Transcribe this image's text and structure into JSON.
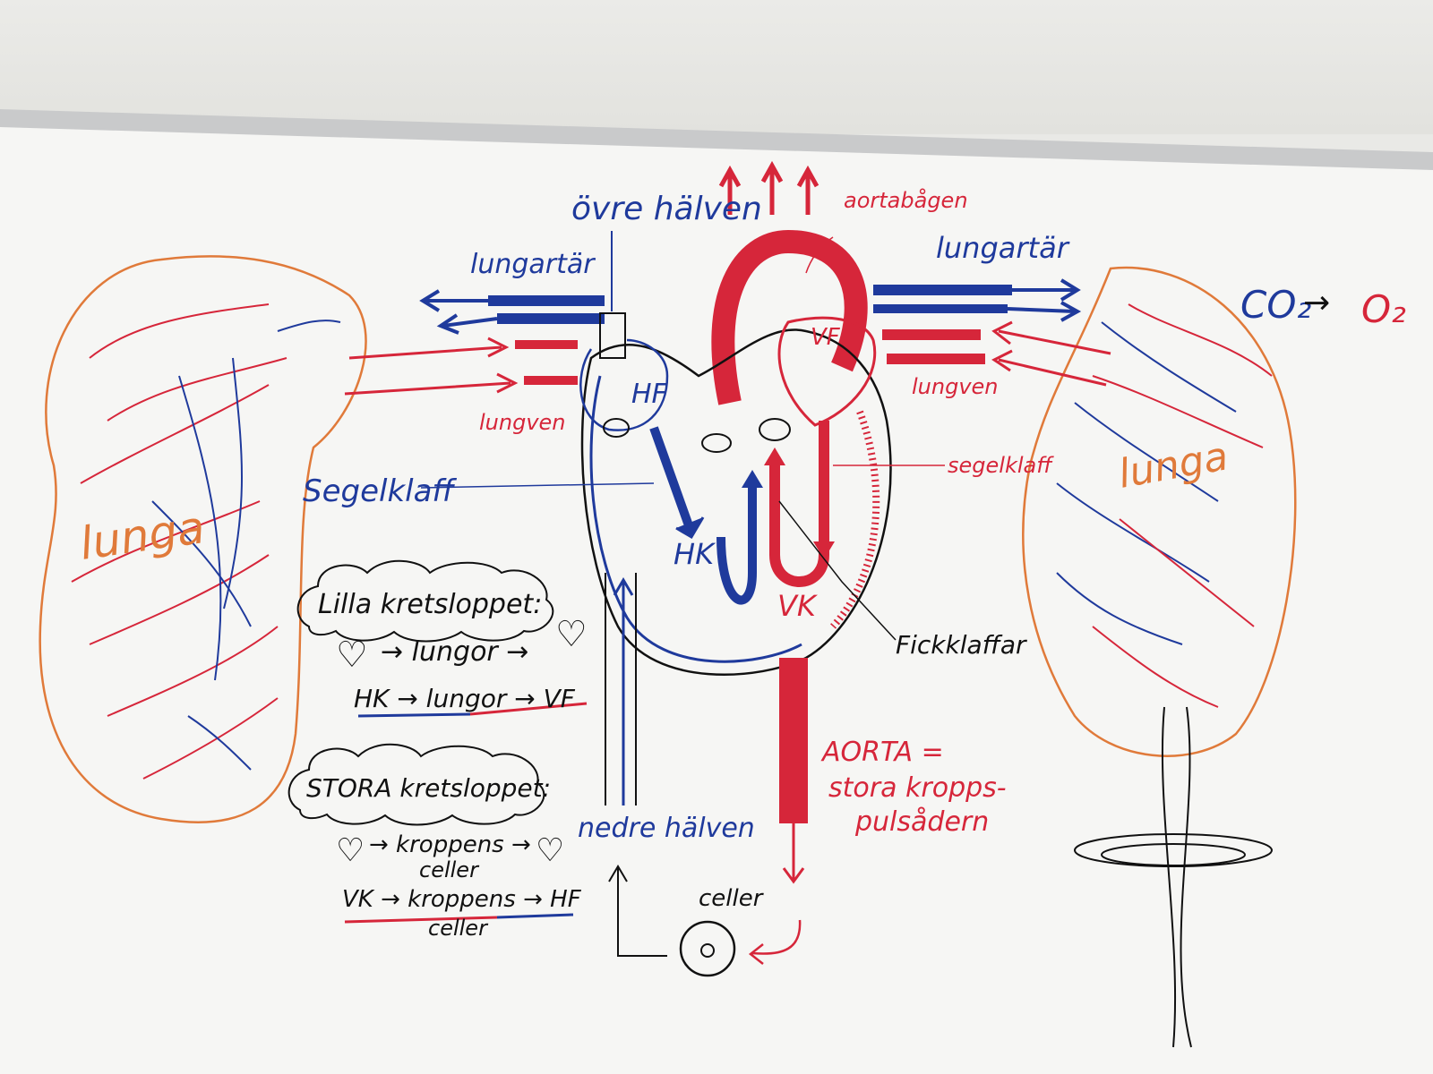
{
  "colors": {
    "blue_marker": "#1f3a9c",
    "red_marker": "#d6263a",
    "black_marker": "#111111",
    "orange_marker": "#e07a3a",
    "board": "#f6f6f4"
  },
  "labels": {
    "ovre_halven": "övre hälven",
    "aortabagen": "aortabågen",
    "lungartar_left": "lungartär",
    "lungartar_right": "lungartär",
    "lungven_left": "lungven",
    "lungven_right": "lungven",
    "segelklaff_left": "Segelklaff",
    "segelklaff_right": "segelklaff",
    "hf": "HF",
    "vf": "VF",
    "hk": "HK",
    "vk": "VK",
    "fickklaffar": "Fickklaffar",
    "aorta_line1": "AORTA =",
    "aorta_line2": "stora kropps-",
    "aorta_line3": "pulsådern",
    "nedre_halven": "nedre hälven",
    "celler": "celler",
    "lunga_left": "lunga",
    "lunga_right": "lunga",
    "co2": "CO₂",
    "arrow_symbol": "→",
    "o2": "O₂"
  },
  "lilla": {
    "title": "Lilla kretsloppet:",
    "row1_heart_a": "♡",
    "row1_mid": "→ lungor →",
    "row1_heart_b": "♡",
    "row2": "HK → lungor → VF"
  },
  "stora": {
    "title": "STORA kretsloppet:",
    "row1_heart_a": "♡",
    "row1_mid": "→ kroppens →",
    "row1_heart_b": "♡",
    "row1_sub": "celler",
    "row2": "VK → kroppens → HF",
    "row2_sub": "celler"
  }
}
